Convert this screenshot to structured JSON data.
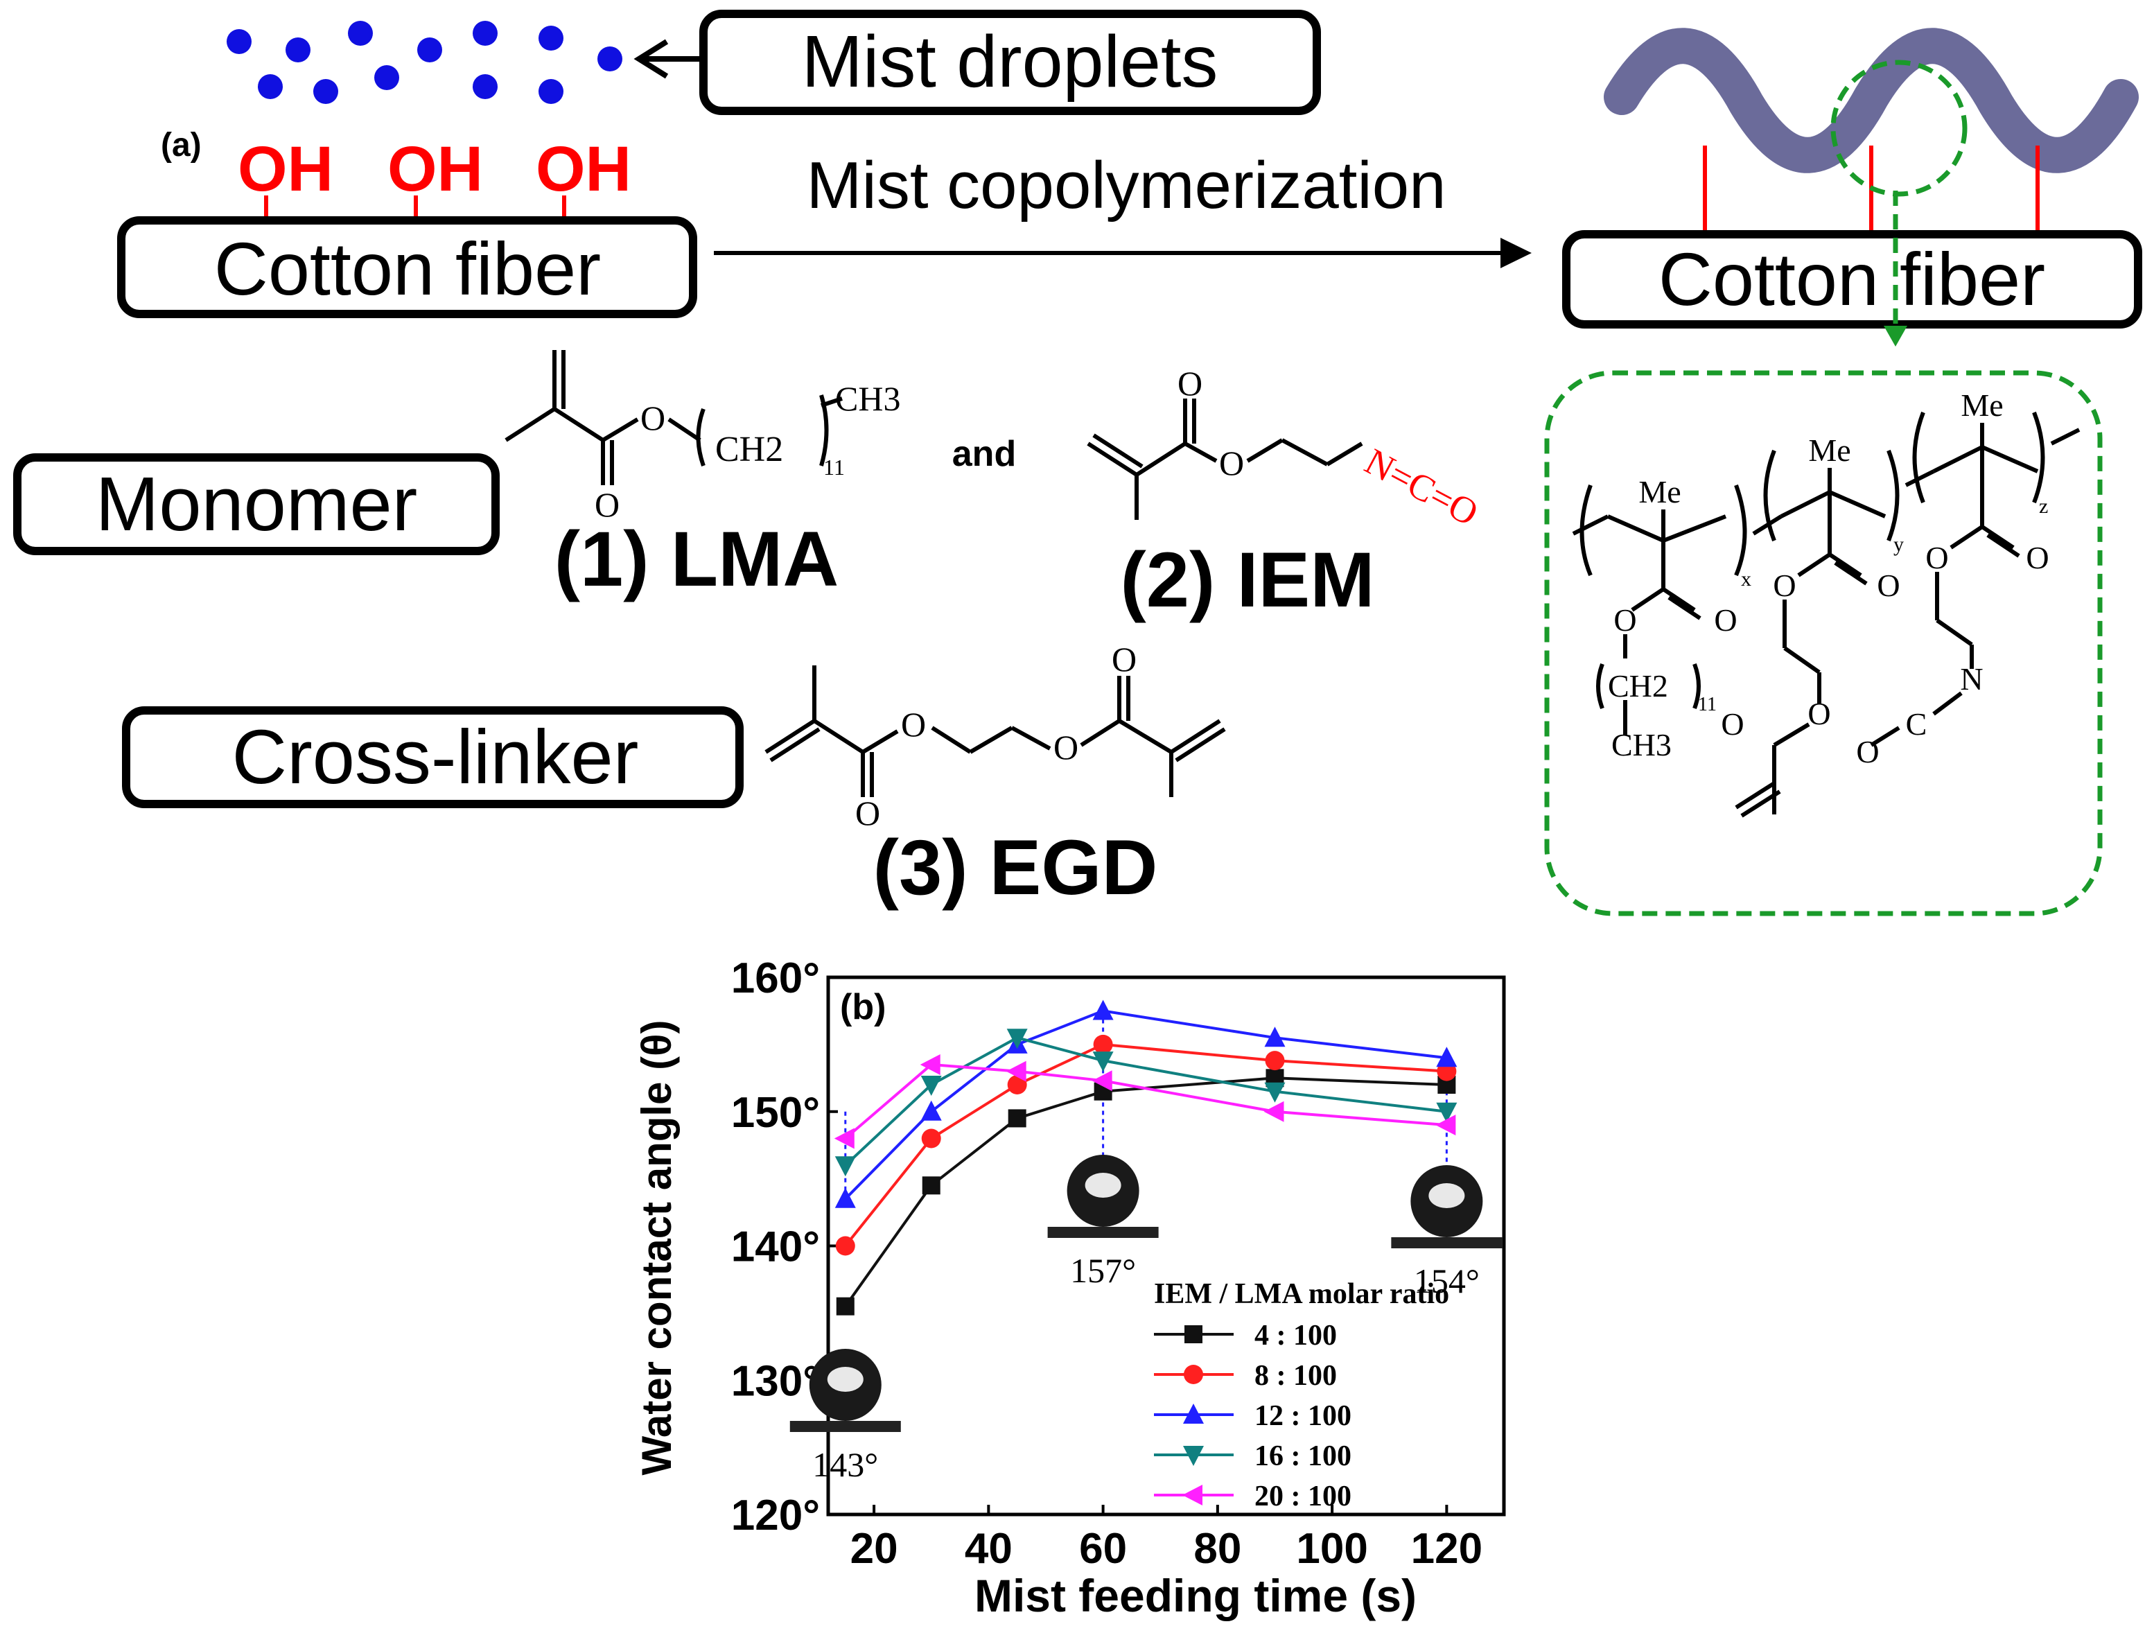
{
  "scheme": {
    "panel_a_label": "(a)",
    "mist_droplets": "Mist droplets",
    "oh": "OH",
    "cotton_fiber_left": "Cotton fiber",
    "cotton_fiber_right": "Cotton fiber",
    "process": "Mist copolymerization",
    "monomer": "Monomer",
    "crosslinker": "Cross-linker",
    "lma": "(1) LMA",
    "iem": "(2) IEM",
    "egd": "(3) EGD",
    "and": "and",
    "ch3": "CH3",
    "ch2_11": "CH2",
    "sub_11": "11",
    "o": "O",
    "isocyanate": "N=C=O",
    "me": "Me",
    "sub_x": "x",
    "sub_y": "y",
    "sub_z": "z",
    "n": "N",
    "c": "C",
    "colors": {
      "droplet": "#1010e0",
      "oh": "#ff0000",
      "fiber": "#6b6b9a",
      "dashed": "#1a9a2a"
    }
  },
  "chart_data": {
    "type": "line",
    "panel_label": "(b)",
    "xlabel": "Mist feeding time (s)",
    "ylabel": "Water contact angle (θ)",
    "xlim": [
      12,
      130
    ],
    "ylim": [
      120,
      160
    ],
    "xticks": [
      20,
      40,
      60,
      80,
      100,
      120
    ],
    "yticks": [
      120,
      130,
      140,
      150,
      160
    ],
    "ytick_labels": [
      "120°",
      "130°",
      "140°",
      "150°",
      "160°"
    ],
    "x": [
      15,
      30,
      45,
      60,
      90,
      120
    ],
    "legend_title": "IEM / LMA molar ratio",
    "legend_position": "bottom-right",
    "series": [
      {
        "name": "4 : 100",
        "color": "#111111",
        "marker": "square",
        "values": [
          135.5,
          144.5,
          149.5,
          151.5,
          152.5,
          152.0
        ]
      },
      {
        "name": "8 : 100",
        "color": "#ff2020",
        "marker": "circle",
        "values": [
          140.0,
          148.0,
          152.0,
          155.0,
          153.8,
          153.0
        ]
      },
      {
        "name": "12 : 100",
        "color": "#2020ff",
        "marker": "triangle-up",
        "values": [
          143.5,
          150.0,
          155.0,
          157.5,
          155.5,
          154.0
        ]
      },
      {
        "name": "16 : 100",
        "color": "#108080",
        "marker": "triangle-down",
        "values": [
          146.0,
          152.0,
          155.5,
          153.8,
          151.5,
          150.0
        ]
      },
      {
        "name": "20 : 100",
        "color": "#ff20ff",
        "marker": "triangle-left",
        "values": [
          148.0,
          153.5,
          153.0,
          152.3,
          150.0,
          149.0
        ]
      }
    ],
    "annotations": [
      {
        "text": "143°",
        "x": 15
      },
      {
        "text": "157°",
        "x": 60
      },
      {
        "text": "154°",
        "x": 120
      }
    ]
  }
}
